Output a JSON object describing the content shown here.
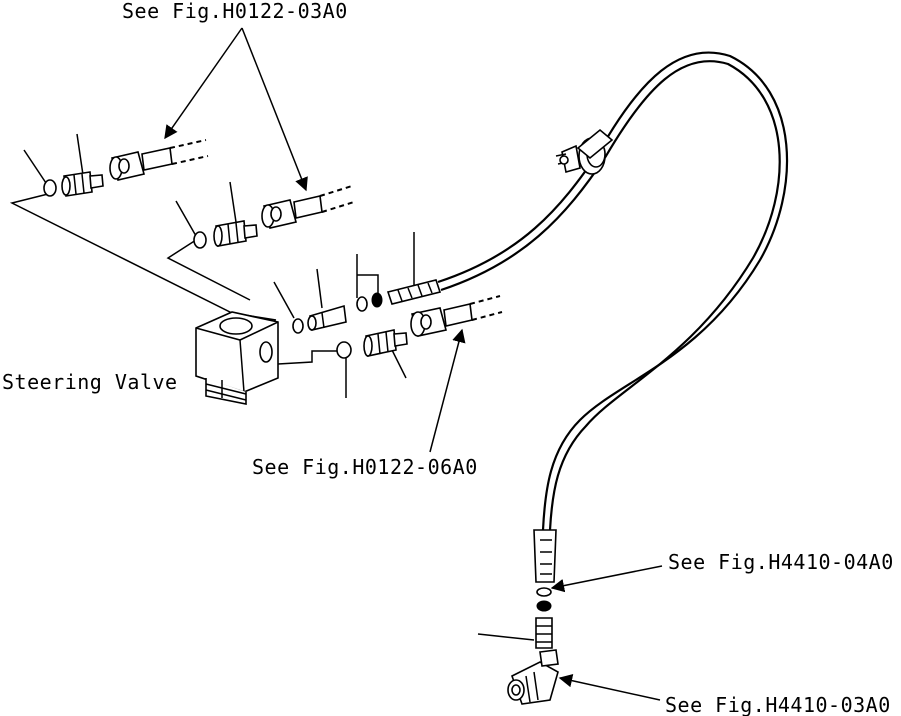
{
  "labels": {
    "ref_top": "See Fig.H0122-03A0",
    "ref_middle": "See Fig.H0122-06A0",
    "ref_right_upper": "See Fig.H4410-04A0",
    "ref_right_lower": "See Fig.H4410-03A0",
    "steering_valve": "Steering Valve"
  }
}
